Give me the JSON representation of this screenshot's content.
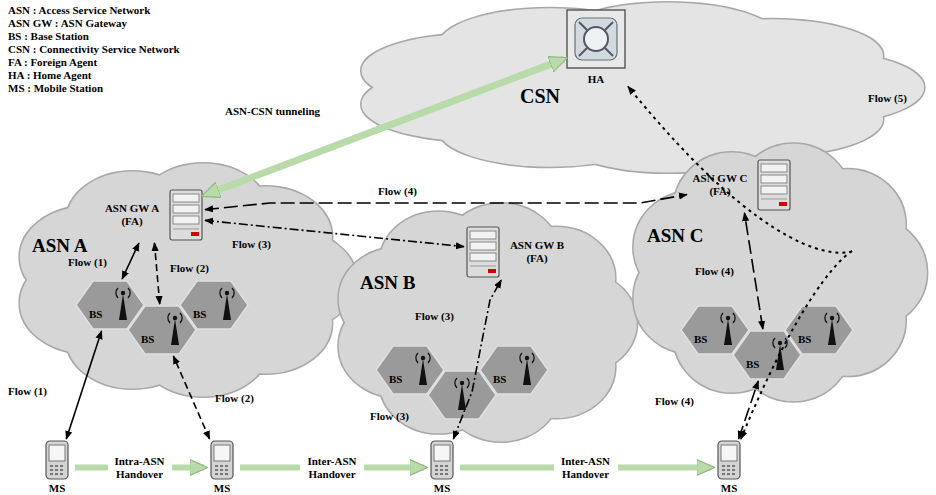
{
  "diagram": {
    "nodes": [
      {
        "text": [
          "CSN"
        ]
      },
      {
        "text": [
          "HA"
        ],
        "in": 0
      },
      {
        "text": [
          "ASN A"
        ]
      },
      {
        "text": [
          "ASN GW A (FA)"
        ],
        "in": 2
      },
      {
        "text": [
          "BS"
        ],
        "in": 2
      },
      {
        "text": [
          "BS"
        ],
        "in": 2
      },
      {
        "text": [
          "BS"
        ],
        "in": 2
      },
      {
        "text": [
          "ASN B"
        ]
      },
      {
        "text": [
          "ASN GW B (FA)"
        ],
        "in": 7
      },
      {
        "text": [
          "BS"
        ],
        "in": 7
      },
      {
        "text": [
          "BS"
        ],
        "in": 7
      },
      {
        "text": [
          "ASN C"
        ]
      },
      {
        "text": [
          "ASN GW C (FA)"
        ],
        "in": 11
      },
      {
        "text": [
          "BS"
        ],
        "in": 11
      },
      {
        "text": [
          "BS"
        ],
        "in": 11
      },
      {
        "text": [
          "BS"
        ],
        "in": 11
      },
      {
        "text": [
          "MS"
        ]
      },
      {
        "text": [
          "MS"
        ]
      },
      {
        "text": [
          "MS"
        ]
      },
      {
        "text": [
          "MS"
        ]
      }
    ],
    "edges": [
      {
        "from": 16,
        "to": 4,
        "arrow": "both",
        "label": "Flow (1)"
      },
      {
        "from": 4,
        "to": 3,
        "arrow": "both",
        "label": "Flow (1)"
      },
      {
        "from": 17,
        "to": 5,
        "arrow": "both",
        "label": "Flow (2)"
      },
      {
        "from": 5,
        "to": 3,
        "arrow": "both",
        "label": "Flow (2)"
      },
      {
        "from": 18,
        "to": 8,
        "arrow": "both",
        "label": "Flow (3)"
      },
      {
        "from": 3,
        "to": 8,
        "arrow": "both",
        "label": "Flow (3)"
      },
      {
        "from": 19,
        "to": 14,
        "arrow": "both",
        "label": "Flow (4)"
      },
      {
        "from": 14,
        "to": 12,
        "arrow": "both",
        "label": "Flow (4)"
      },
      {
        "from": 3,
        "to": 12,
        "arrow": "both",
        "label": "Flow (4)"
      },
      {
        "from": 19,
        "to": 1,
        "arrow": "both",
        "label": "Flow (5)"
      },
      {
        "from": 1,
        "to": 3,
        "arrow": "both",
        "label": "ASN-CSN tunneling"
      },
      {
        "from": 16,
        "to": 17,
        "arrow": "to",
        "label": "Intra-ASN Handover"
      },
      {
        "from": 17,
        "to": 18,
        "arrow": "to",
        "label": "Inter-ASN Handover"
      },
      {
        "from": 18,
        "to": 19,
        "arrow": "to",
        "label": "Inter-ASN Handover"
      }
    ],
    "labels": [
      "ASN : Access Service Network",
      "ASN GW : ASN Gateway",
      "BS : Base Station",
      "CSN : Connectivity Service Network",
      "FA : Foreign Agent",
      "HA : Home Agent",
      "MS : Mobile Station",
      "Flow (3)"
    ]
  }
}
